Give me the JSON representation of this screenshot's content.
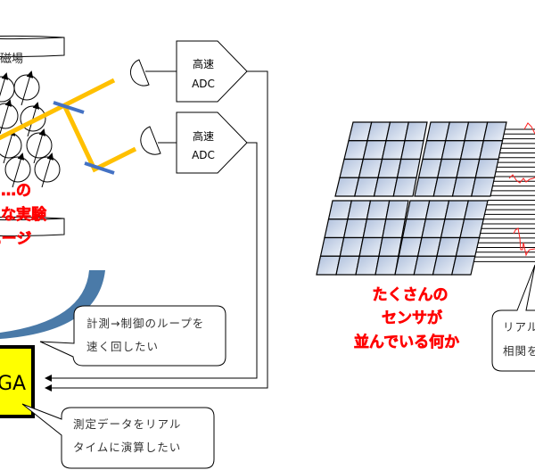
{
  "left": {
    "cylinder_top_label": "磁場",
    "red_caption": [
      "…の",
      "…な実験",
      "…ージ"
    ],
    "adc_boxes": [
      {
        "line1": "高速",
        "line2": "ADC"
      },
      {
        "line1": "高速",
        "line2": "ADC"
      }
    ],
    "fpga_label": "GA",
    "callout_loop": [
      "計測→制御のループを",
      "速く回したい"
    ],
    "callout_realtime": [
      "測定データをリアル",
      "タイムに演算したい"
    ]
  },
  "right": {
    "red_caption": [
      "たくさんの",
      "センサが",
      "並んでいる何か"
    ],
    "callout": [
      "リアル",
      "相関を"
    ]
  },
  "colors": {
    "beam": "#ffc000",
    "mirror": "#4472c4",
    "arc": "#4a7aa8",
    "fpga_fill": "#ffff00",
    "caption": "#ff0000",
    "panel_cell": "#c5d3ea"
  }
}
